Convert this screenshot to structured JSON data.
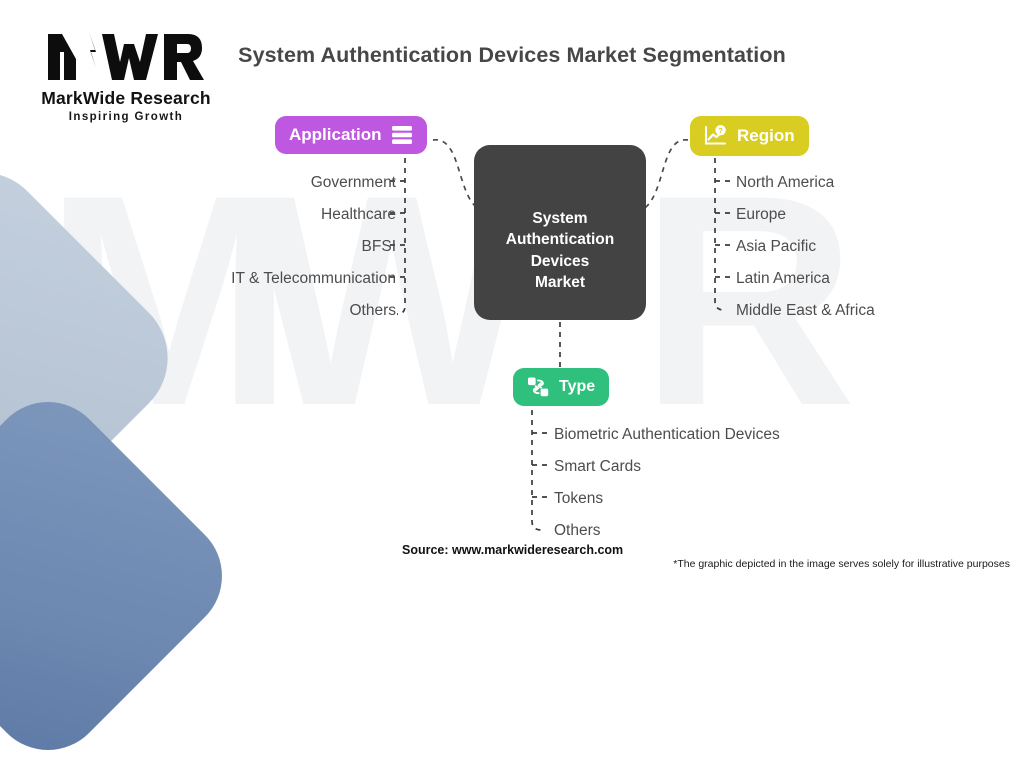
{
  "header": {
    "title": "System Authentication Devices Market Segmentation"
  },
  "logo": {
    "mark": "MWR",
    "name": "MarkWide Research",
    "tagline": "Inspiring Growth"
  },
  "center": {
    "line1": "System",
    "line2": "Authentication",
    "line3": "Devices",
    "line4": "Market"
  },
  "branches": {
    "application": {
      "label": "Application",
      "icon": "list-lines-icon",
      "color": "#bf58e0",
      "items": [
        "Government",
        "Healthcare",
        "BFSI",
        "IT & Telecommunication",
        "Others"
      ]
    },
    "region": {
      "label": "Region",
      "icon": "chart-question-icon",
      "color": "#d8cd20",
      "items": [
        "North America",
        "Europe",
        "Asia Pacific",
        "Latin America",
        "Middle East & Africa"
      ]
    },
    "type": {
      "label": "Type",
      "icon": "flow-swap-icon",
      "color": "#2fc07e",
      "items": [
        "Biometric Authentication Devices",
        "Smart Cards",
        "Tokens",
        "Others"
      ]
    }
  },
  "footer": {
    "source": "Source: www.markwideresearch.com",
    "disclaimer": "*The graphic depicted in the image serves solely for illustrative purposes"
  },
  "watermark": {
    "text": "MWR"
  }
}
